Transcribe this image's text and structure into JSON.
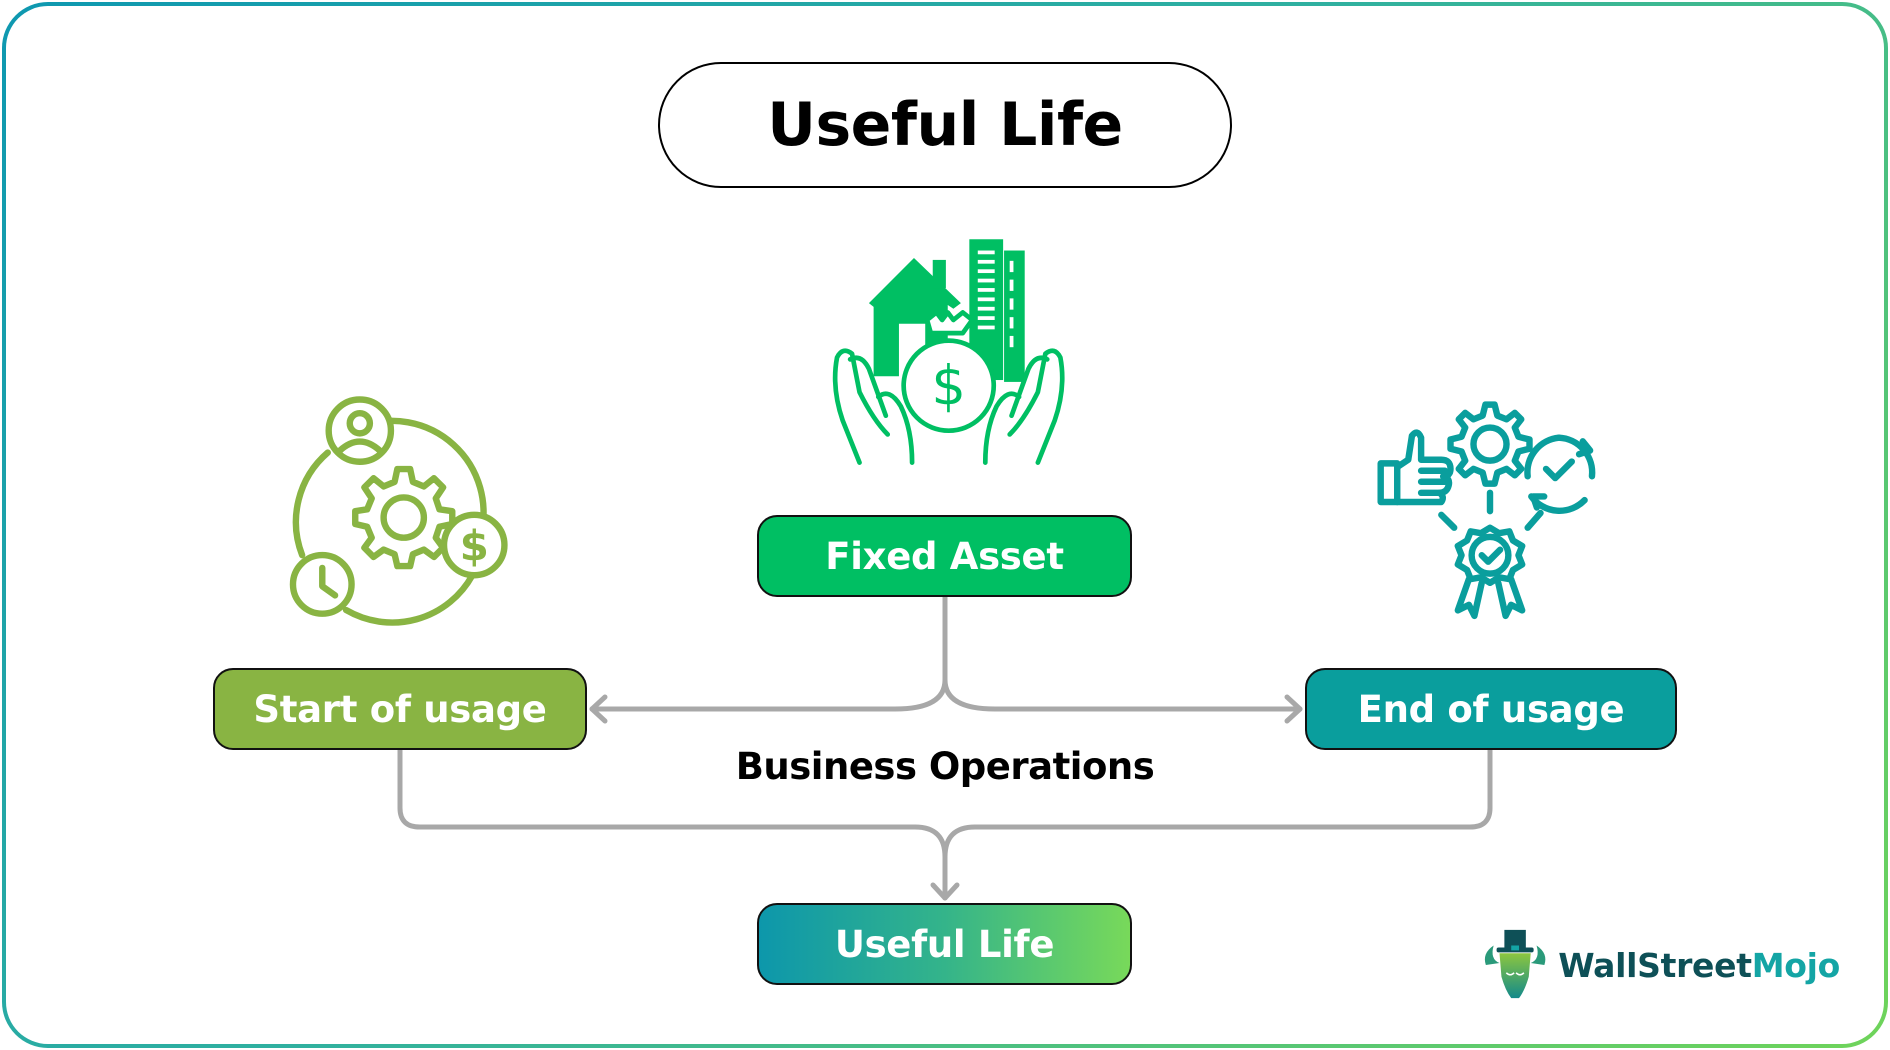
{
  "title": "Useful Life",
  "nodes": {
    "fixed_asset": {
      "label": "Fixed Asset",
      "color": "#00bf63",
      "icon": "property-money-in-hands-icon"
    },
    "start": {
      "label": "Start of usage",
      "color": "#89b443",
      "icon": "gear-cycle-user-time-money-icon"
    },
    "end": {
      "label": "End of usage",
      "color": "#0a9e9d",
      "icon": "approval-badge-gear-thumbs-up-icon"
    },
    "useful_life": {
      "label": "Useful Life",
      "gradient": [
        "#0d97ab",
        "#78d95a"
      ]
    }
  },
  "center_label": "Business Operations",
  "connector_color": "#a8a8a8",
  "frame_gradient": [
    "#0e98b0",
    "#6fd45a"
  ],
  "logo": {
    "part1": "WallStreet",
    "part2": "Mojo",
    "color1": "#0e5057",
    "color2": "#14a5a5"
  }
}
